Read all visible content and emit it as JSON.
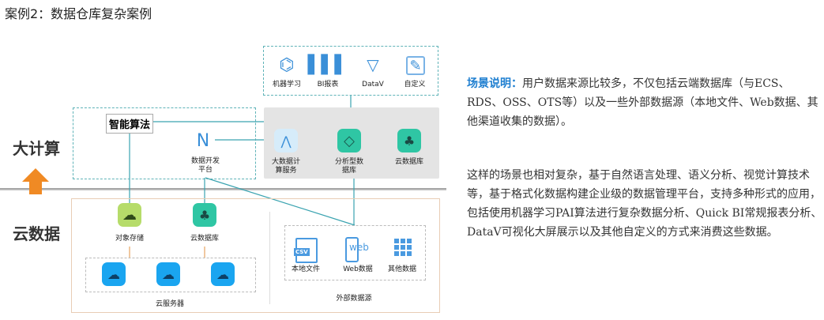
{
  "title": "案例2：数据仓库复杂案例",
  "side": {
    "compute": "大计算",
    "data": "云数据"
  },
  "apps": [
    {
      "label": "机器学习"
    },
    {
      "label": "BI报表"
    },
    {
      "label": "DataV"
    },
    {
      "label": "自定义"
    }
  ],
  "algo": "智能算法",
  "devplatform": {
    "l1": "数据开发",
    "l2": "平台"
  },
  "compute": [
    {
      "l1": "大数据计",
      "l2": "算服务"
    },
    {
      "l1": "分析型数",
      "l2": "据库"
    },
    {
      "l1": "云数据库",
      "l2": ""
    }
  ],
  "cloud": {
    "storage": "对象存储",
    "db": "云数据库",
    "servers": "云服务器"
  },
  "external": {
    "csv": "CSV",
    "local": "本地文件",
    "web_icon": "web",
    "web": "Web数据",
    "other": "其他数据",
    "title": "外部数据源"
  },
  "desc": {
    "heading": "场景说明：",
    "p1": "用户数据来源比较多，不仅包括云端数据库（与ECS、RDS、OSS、OTS等）以及一些外部数据源（本地文件、Web数据、其他渠道收集的数据）。",
    "p2": "这样的场景也相对复杂，基于自然语言处理、语义分析、视觉计算技术等，基于格式化数据构建企业级的数据管理平台，支持多种形式的应用，包括使用机器学习PAI算法进行复杂数据分析、Quick BI常规报表分析、DataV可视化大屏展示以及其他自定义的方式来消费这些数据。"
  }
}
